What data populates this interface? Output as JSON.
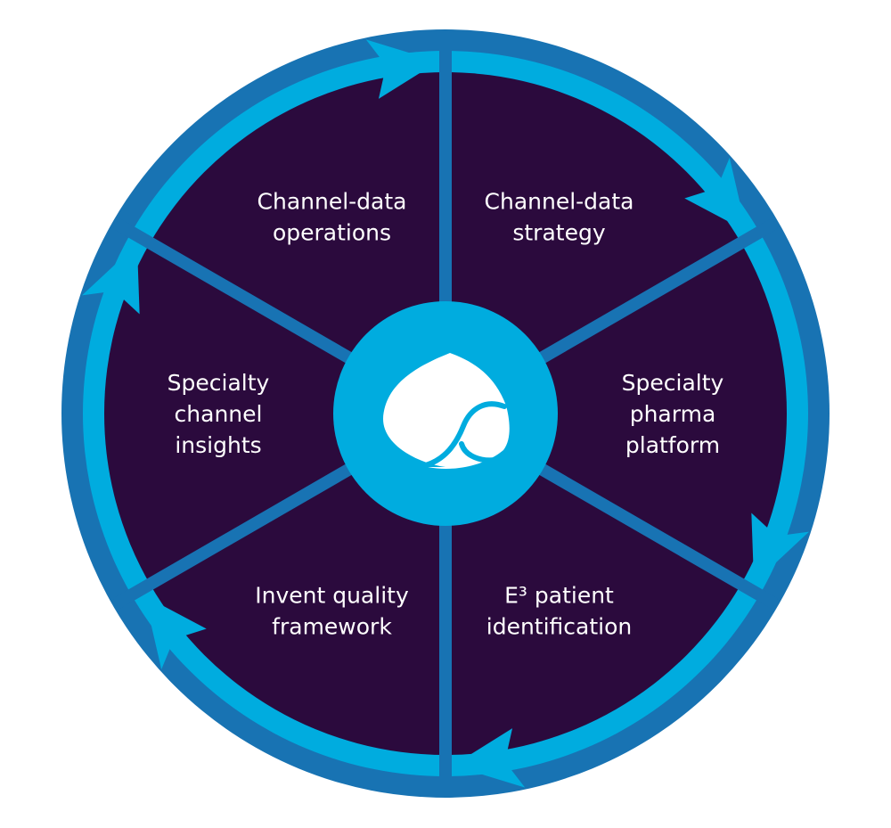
{
  "diagram": {
    "type": "cycle",
    "direction": "clockwise",
    "colors": {
      "background": "#ffffff",
      "outer_ring": "#1873b3",
      "arrow_band": "#00acdf",
      "segment_fill": "#2b0a3d",
      "divider": "#1873b3",
      "center_fill": "#00acdf",
      "logo": "#ffffff",
      "text": "#ffffff"
    },
    "center_logo": "spade-drop-logo",
    "segments": [
      {
        "id": "channel-data-strategy",
        "lines": [
          "Channel-data",
          "strategy"
        ]
      },
      {
        "id": "specialty-pharma-platform",
        "lines": [
          "Specialty",
          "pharma",
          "platform"
        ]
      },
      {
        "id": "e3-patient-identification",
        "lines": [
          "E³ patient",
          "identification"
        ]
      },
      {
        "id": "invent-quality-framework",
        "lines": [
          "Invent quality",
          "framework"
        ]
      },
      {
        "id": "specialty-channel-insights",
        "lines": [
          "Specialty",
          "channel",
          "insights"
        ]
      },
      {
        "id": "channel-data-operations",
        "lines": [
          "Channel-data",
          "operations"
        ]
      }
    ]
  }
}
